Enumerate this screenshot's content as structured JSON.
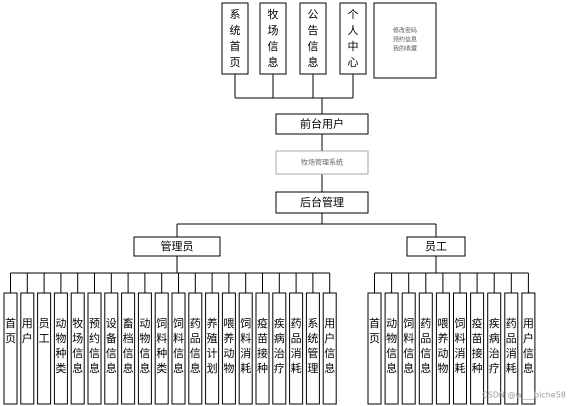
{
  "frontend_modules": [
    "系统首页",
    "牧场信息",
    "公告信息",
    "个人中心"
  ],
  "frontend_note_lines": [
    "修改密码",
    "预约信息",
    "我的收藏"
  ],
  "frontend_user": "前台用户",
  "system_name": "牧场管理系统",
  "backend": "后台管理",
  "admin": {
    "label": "管理员",
    "modules": [
      "首页",
      "用户",
      "员工",
      "动物种类",
      "牧场信息",
      "预约信息",
      "设备信息",
      "畜档信息",
      "动物信息",
      "饲料种类",
      "饲料信息",
      "药品信息",
      "养殖计划",
      "喂养动物",
      "饲料消耗",
      "疫苗接种",
      "疾病治疗",
      "药品消耗",
      "系统管理",
      "用户信息"
    ]
  },
  "staff": {
    "label": "员工",
    "modules": [
      "首页",
      "动物信息",
      "饲料信息",
      "药品信息",
      "喂养动物",
      "饲料消耗",
      "疫苗接种",
      "疾病治疗",
      "药品消耗",
      "用户信息"
    ]
  },
  "watermark": "CSDN @w___biche58"
}
